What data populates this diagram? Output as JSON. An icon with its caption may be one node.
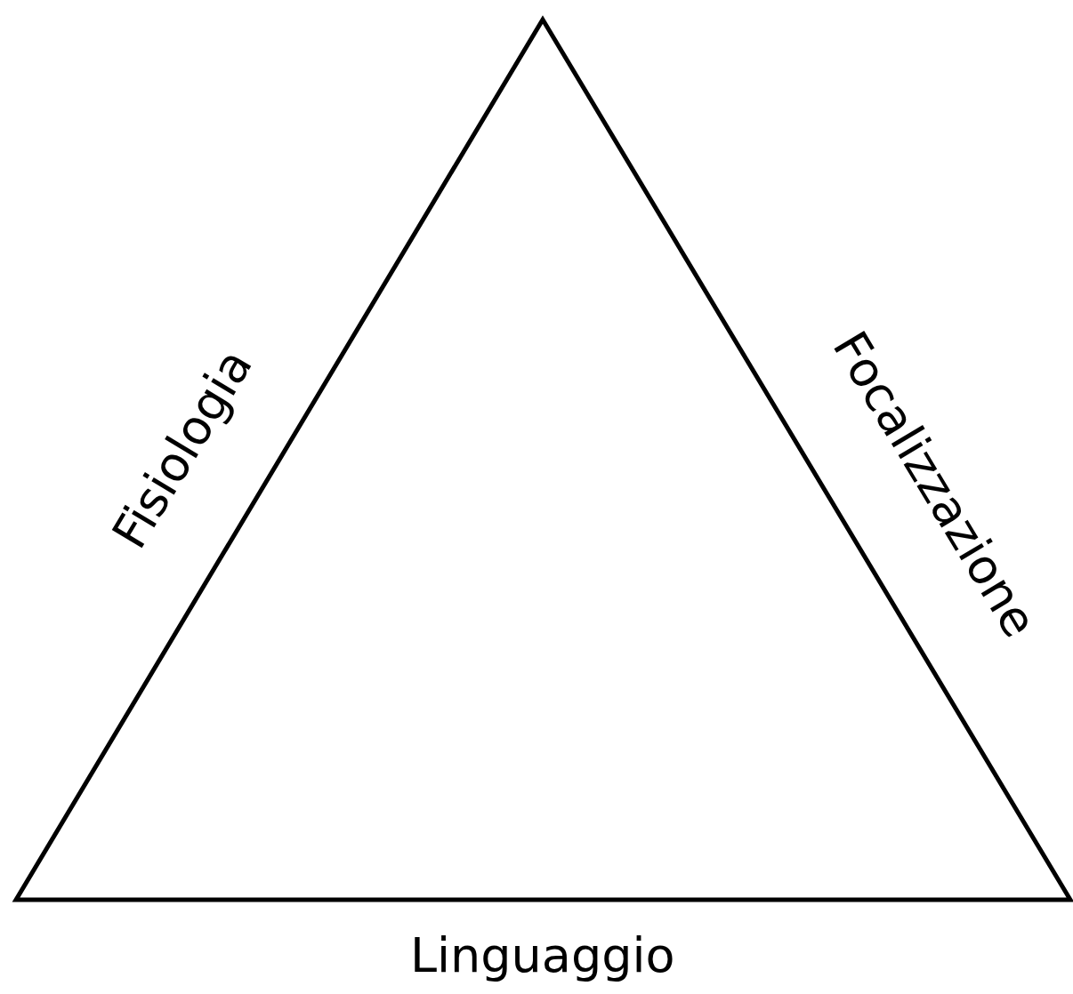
{
  "diagram": {
    "nodes": [
      {
        "text": [],
        "shape": "triangle"
      }
    ],
    "edges": [],
    "labels": [
      "Fisiologia",
      "Focalizzazione",
      "Linguaggio"
    ]
  }
}
